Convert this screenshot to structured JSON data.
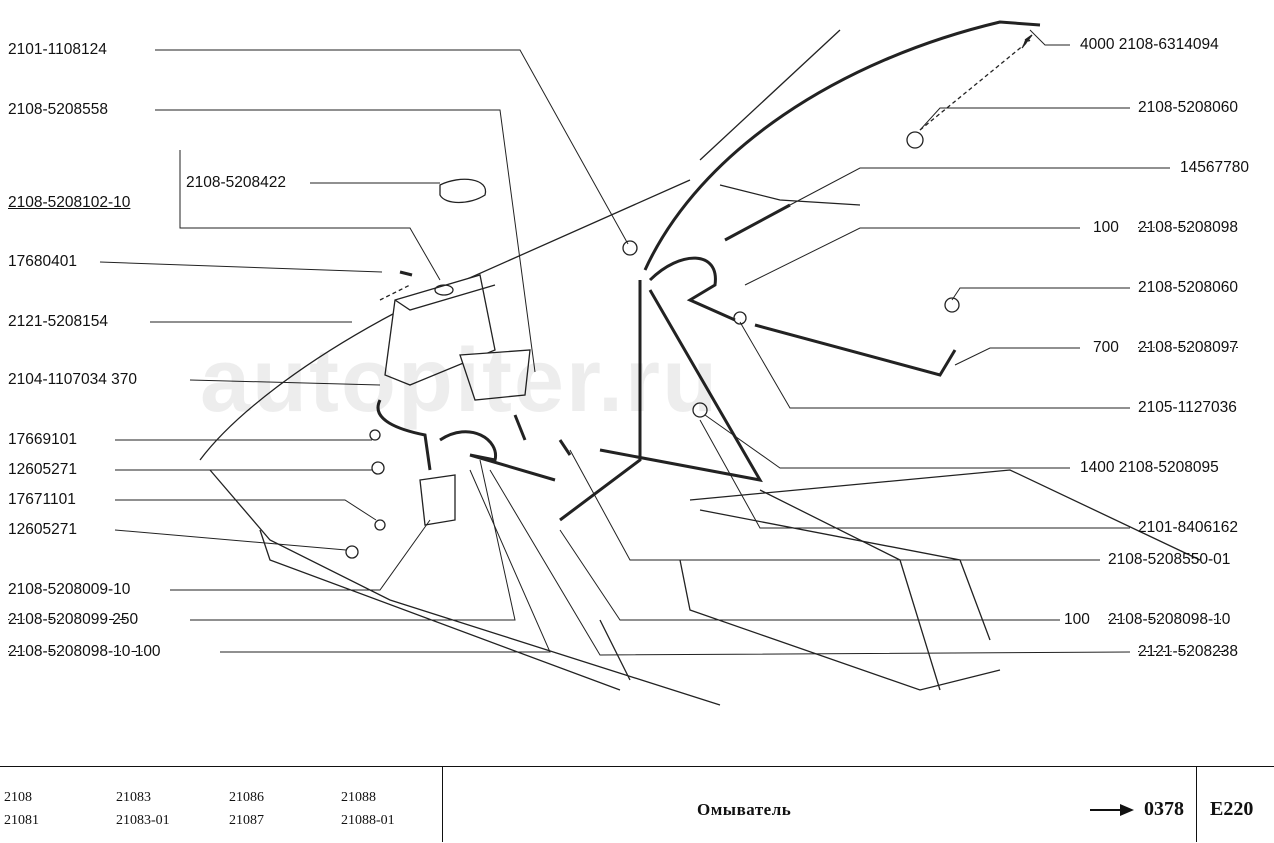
{
  "watermark": "autopiter.ru",
  "labels_left": [
    {
      "text": "2101-1108124"
    },
    {
      "text": "2108-5208558"
    },
    {
      "text": "2108-5208422"
    },
    {
      "text": "2108-5208102-10"
    },
    {
      "text": "17680401"
    },
    {
      "text": "2121-5208154"
    },
    {
      "text": "2104-1107034  370"
    },
    {
      "text": "17669101"
    },
    {
      "text": "12605271"
    },
    {
      "text": "17671101"
    },
    {
      "text": "12605271"
    },
    {
      "text": "2108-5208009-10"
    },
    {
      "text": "2108-5208099  250"
    },
    {
      "text": "2108-5208098-10  100"
    }
  ],
  "labels_right": [
    {
      "text": "4000  2108-6314094"
    },
    {
      "text": "2108-5208060"
    },
    {
      "text": "14567780"
    },
    {
      "qty": "100",
      "text": "2108-5208098"
    },
    {
      "text": "2108-5208060"
    },
    {
      "qty": "700",
      "text": "2108-5208097"
    },
    {
      "text": "2105-1127036"
    },
    {
      "text": "1400  2108-5208095"
    },
    {
      "text": "2101-8406162"
    },
    {
      "text": "2108-5208550-01"
    },
    {
      "qty": "100",
      "text": "2108-5208098-10"
    },
    {
      "text": "2121-5208238"
    }
  ],
  "footer": {
    "models": [
      [
        "2108",
        "21081"
      ],
      [
        "21083",
        "21083-01"
      ],
      [
        "21086",
        "21087"
      ],
      [
        "21088",
        "21088-01"
      ]
    ],
    "title": "Омыватель",
    "page": "0378",
    "code": "E220"
  }
}
